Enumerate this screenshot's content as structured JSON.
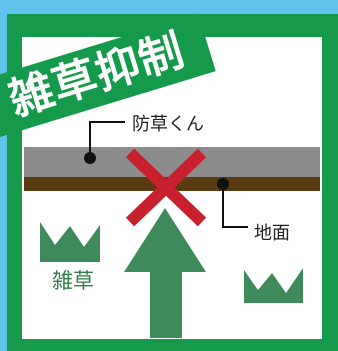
{
  "title": "雑草抑制",
  "labels": {
    "sheet": "防草くん",
    "ground": "地面",
    "weed": "雑草"
  },
  "icons": [
    "x-mark-icon",
    "up-arrow-icon",
    "weed-icon"
  ],
  "colors": {
    "outer_bg": "#5fc3ea",
    "frame_green": "#159a4b",
    "sheet_gray": "#8c8c8c",
    "soil_brown": "#5a3a11",
    "x_red": "#c8202c",
    "plant_green": "#3e8a5a"
  }
}
